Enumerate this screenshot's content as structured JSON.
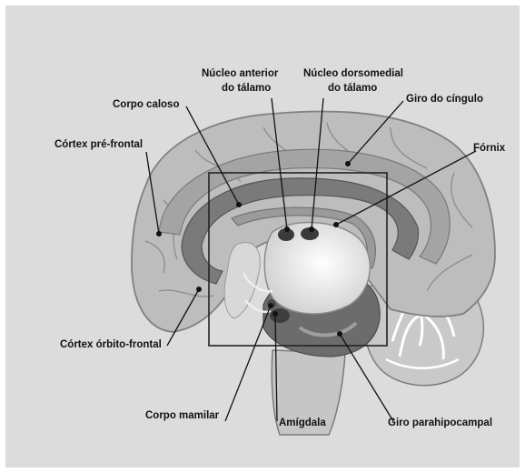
{
  "labels": {
    "nucleo_anterior_l1": "Núcleo anterior",
    "nucleo_anterior_l2": "do tálamo",
    "nucleo_dorsomedial_l1": "Núcleo dorsomedial",
    "nucleo_dorsomedial_l2": "do tálamo",
    "giro_cingulo": "Giro do cíngulo",
    "corpo_caloso": "Corpo caloso",
    "cortex_pre_frontal": "Córtex pré-frontal",
    "fornix": "Fórnix",
    "cortex_orbito_frontal": "Córtex órbito-frontal",
    "corpo_mamilar": "Corpo mamilar",
    "amigdala": "Amígdala",
    "giro_parahipocampal": "Giro parahipocampal"
  },
  "colors": {
    "background": "#dcdcdc",
    "cortex": "#b9b9b9",
    "cortex_dark": "#8a8a8a",
    "limbic": "#6e6e6e",
    "thalamus": "#f2f2f2",
    "leader": "#111111"
  }
}
